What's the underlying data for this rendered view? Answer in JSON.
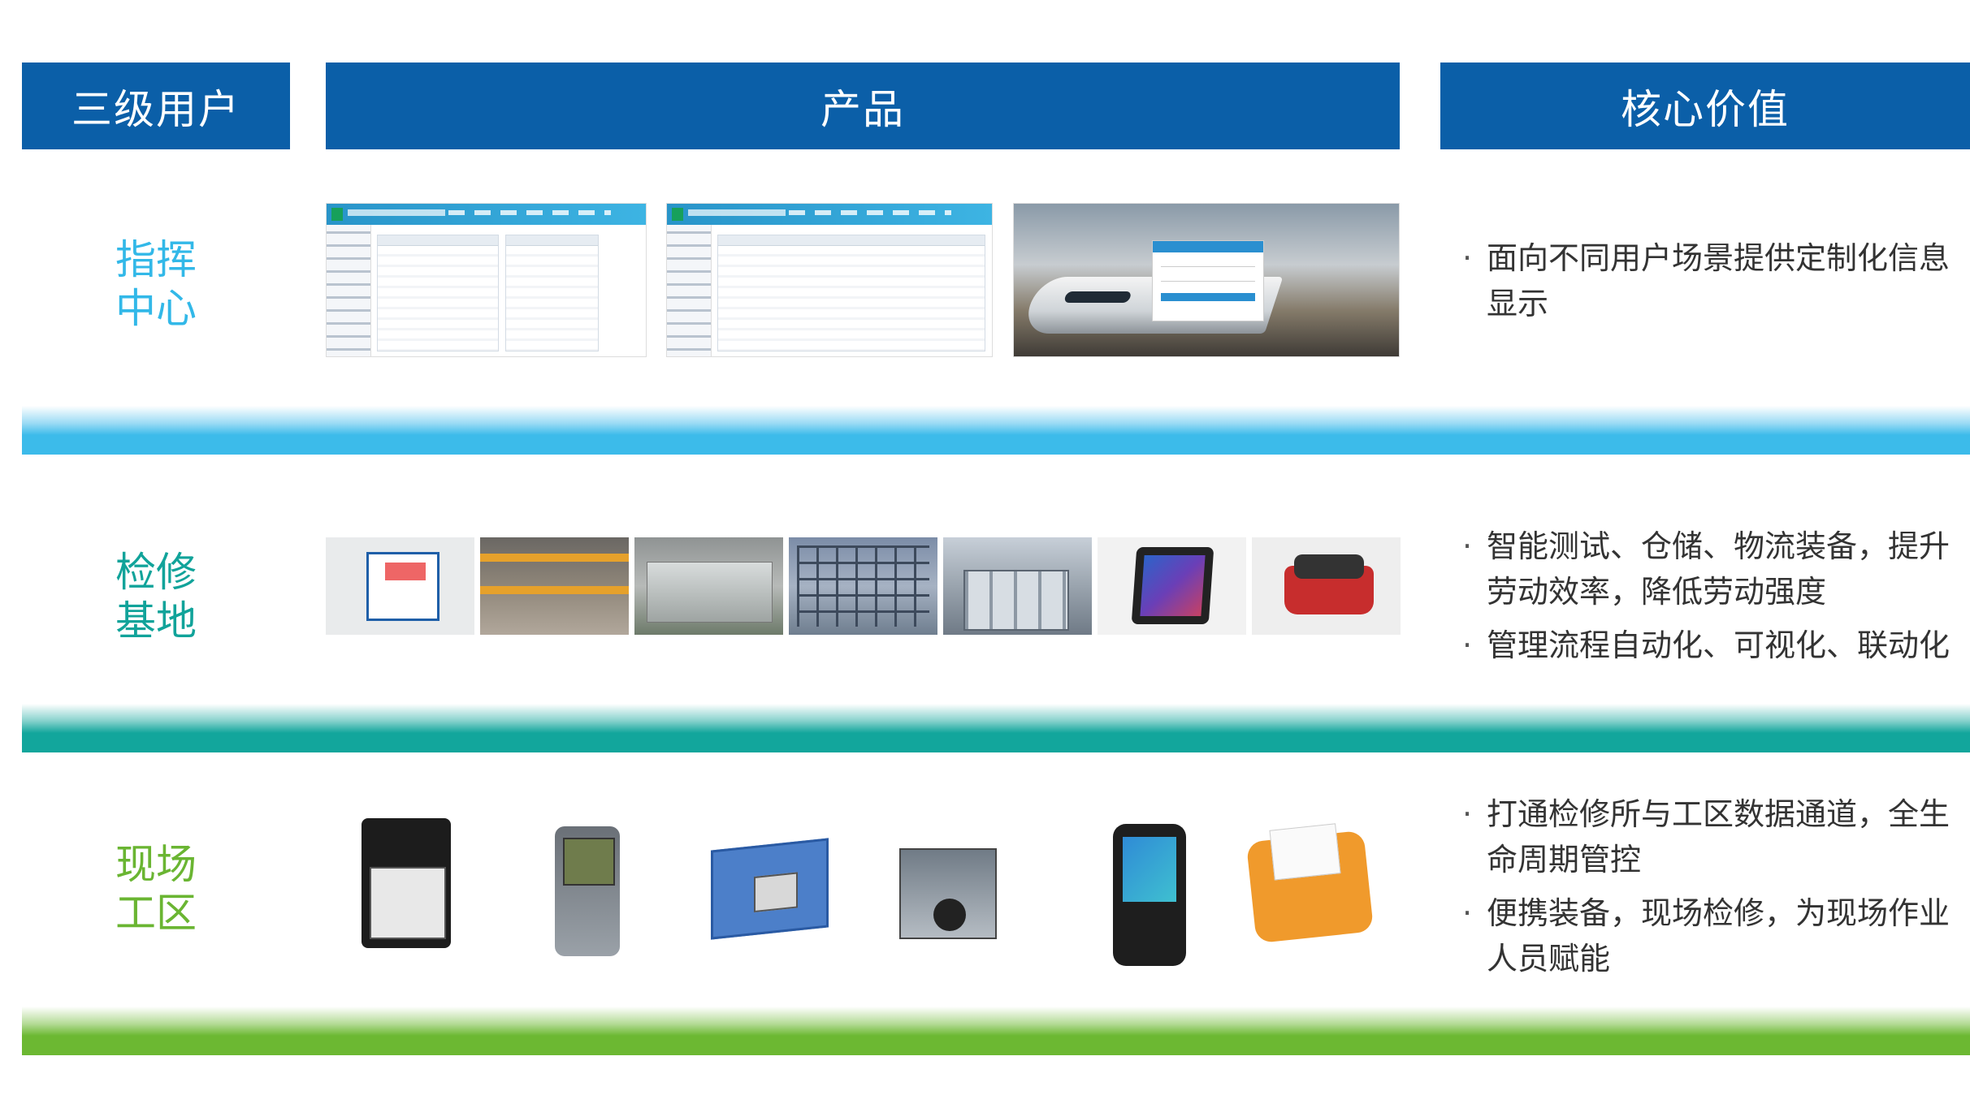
{
  "headers": {
    "users": "三级用户",
    "products": "产品",
    "value": "核心价值"
  },
  "tiers": [
    {
      "label_line1": "指挥",
      "label_line2": "中心",
      "color": "#32b8e8",
      "values": [
        "面向不同用户场景提供定制化信息显示"
      ]
    },
    {
      "label_line1": "检修",
      "label_line2": "基地",
      "color": "#11a39a",
      "values": [
        "智能测试、仓储、物流装备，提升劳动效率，降低劳动强度",
        "管理流程自动化、可视化、联动化"
      ]
    },
    {
      "label_line1": "现场",
      "label_line2": "工区",
      "color": "#6ab532",
      "values": [
        "打通检修所与工区数据通道，全生命周期管控",
        "便携装备，现场检修，为现场作业人员赋能"
      ]
    }
  ],
  "bullet": "·",
  "colors": {
    "header_bg": "#0b5fa8",
    "tier1": "#3cbbea",
    "tier2": "#12a69c",
    "tier3": "#6cb832"
  }
}
